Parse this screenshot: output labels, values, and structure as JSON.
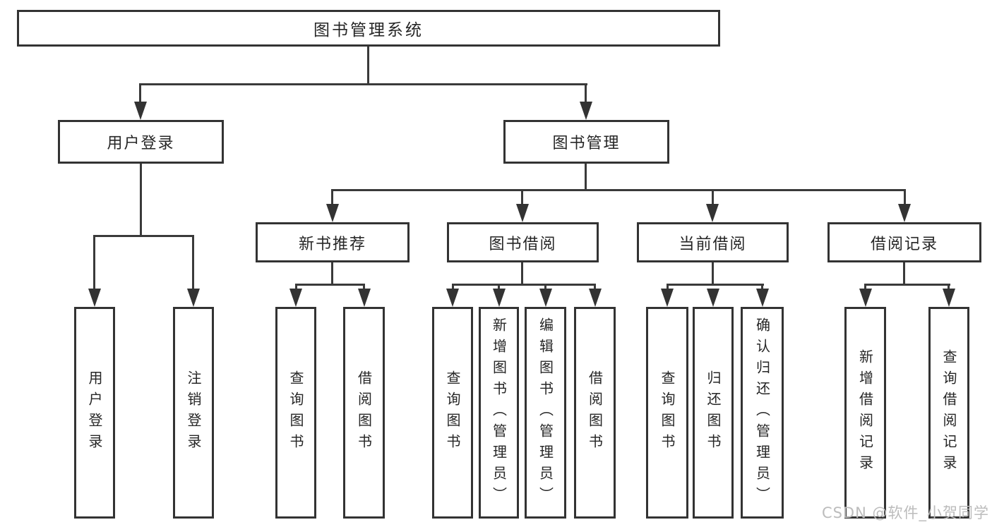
{
  "diagram": {
    "root": {
      "label": "图书管理系统"
    },
    "level2": [
      {
        "label": "用户登录"
      },
      {
        "label": "图书管理"
      }
    ],
    "level3": [
      {
        "label": "新书推荐"
      },
      {
        "label": "图书借阅"
      },
      {
        "label": "当前借阅"
      },
      {
        "label": "借阅记录"
      }
    ],
    "leaves": {
      "user_login": [
        "用户登录",
        "注销登录"
      ],
      "new_book": [
        "查询图书",
        "借阅图书"
      ],
      "book_borrow": [
        "查询图书",
        "新增图书（管理员）",
        "编辑图书（管理员）",
        "借阅图书"
      ],
      "current_borrow": [
        "查询图书",
        "归还图书",
        "确认归还（管理员）"
      ],
      "borrow_records": [
        "新增借阅记录",
        "查询借阅记录"
      ]
    }
  },
  "watermark": {
    "text": "CSDN @软件_小贺同学"
  },
  "colors": {
    "line": "#3a3a3a",
    "border": "#333333",
    "text": "#262626",
    "background": "#ffffff",
    "watermark_text": "#bcbcbc"
  }
}
